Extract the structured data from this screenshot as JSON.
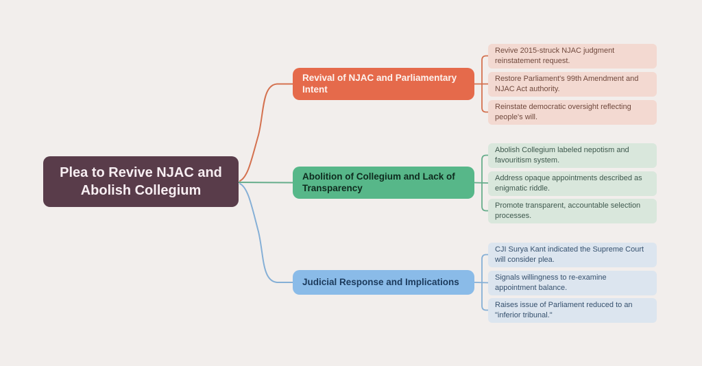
{
  "diagram": {
    "type": "mindmap",
    "background_color": "#f2eeec",
    "central": {
      "label": "Plea to Revive NJAC and Abolish Collegium",
      "bg_color": "#593c4a",
      "text_color": "#f7eef2"
    },
    "branches": [
      {
        "label": "Revival of NJAC and Parliamentary Intent",
        "bg_color": "#e56a4b",
        "text_color": "#fdf3ef",
        "connector_color": "#d4714f",
        "leaf_bg_color": "#f3d9d1",
        "leaf_text_color": "#70493d",
        "leaves": [
          "Revive 2015-struck NJAC judgment reinstatement request.",
          "Restore Parliament's 99th Amendment and NJAC Act authority.",
          "Reinstate democratic oversight reflecting people's will."
        ]
      },
      {
        "label": "Abolition of Collegium and Lack of Transparency",
        "bg_color": "#57b789",
        "text_color": "#0e2b1e",
        "connector_color": "#66ad8b",
        "leaf_bg_color": "#d9e7dc",
        "leaf_text_color": "#3e584d",
        "leaves": [
          "Abolish Collegium labeled nepotism and favouritism system.",
          "Address opaque appointments described as enigmatic riddle.",
          "Promote transparent, accountable selection processes."
        ]
      },
      {
        "label": "Judicial Response and Implications",
        "bg_color": "#8abbe8",
        "text_color": "#1b3a5c",
        "connector_color": "#85afd6",
        "leaf_bg_color": "#dce5ef",
        "leaf_text_color": "#35506d",
        "leaves": [
          "CJI Surya Kant indicated the Supreme Court will consider plea.",
          "Signals willingness to re-examine appointment balance.",
          "Raises issue of Parliament reduced to an \"inferior tribunal.\""
        ]
      }
    ]
  }
}
